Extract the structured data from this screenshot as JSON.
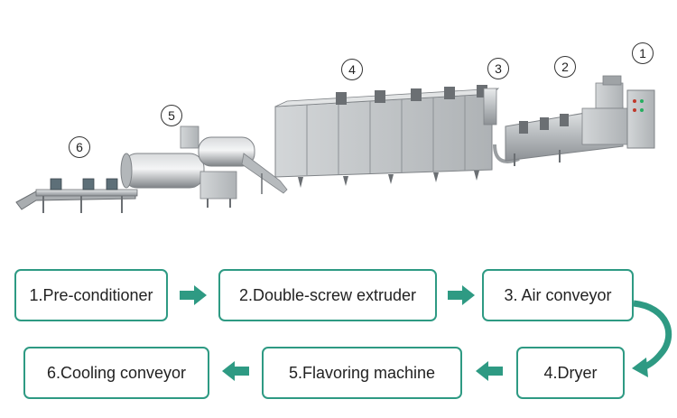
{
  "machine_numbers": {
    "n1": "1",
    "n2": "2",
    "n3": "3",
    "n4": "4",
    "n5": "5",
    "n6": "6"
  },
  "steps": [
    "1.Pre-conditioner",
    "2.Double-screw extruder",
    "3. Air conveyor",
    "4.Dryer",
    "5.Flavoring machine",
    "6.Cooling conveyor"
  ],
  "colors": {
    "accent": "#2e9a83",
    "machine_body": "#c9ccce",
    "machine_dark": "#6b6f73"
  }
}
